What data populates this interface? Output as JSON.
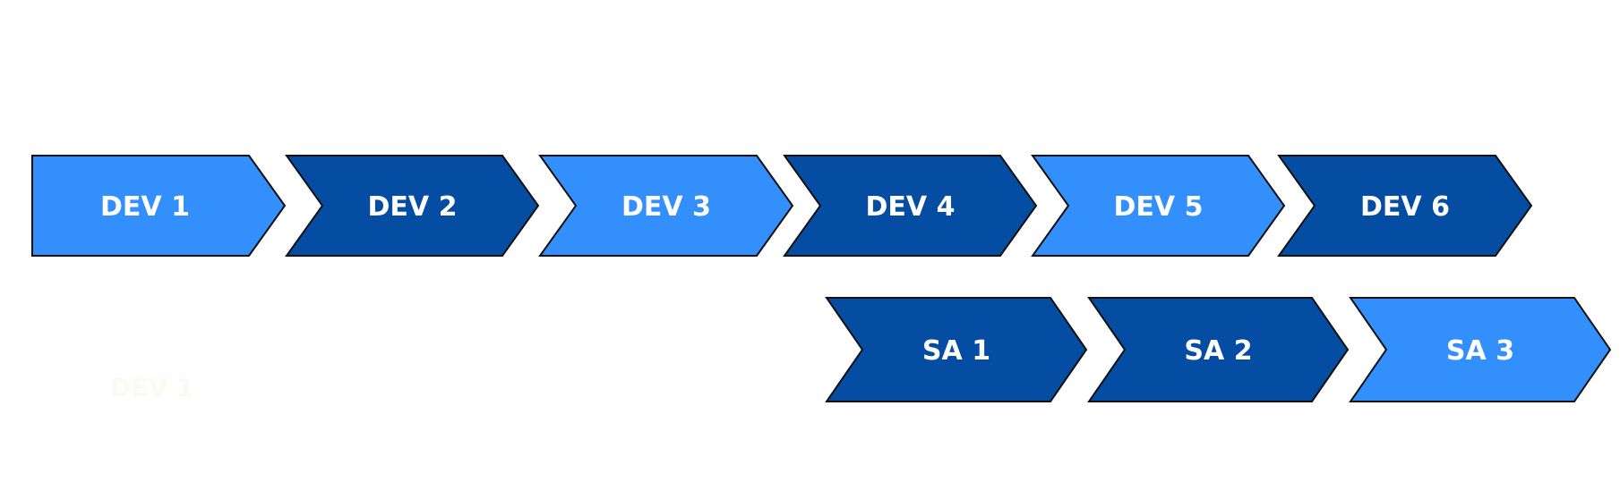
{
  "colors": {
    "light": "#338ffb",
    "dark": "#044da3",
    "outline": "#111111",
    "ghost": "#fdf8f0"
  },
  "stages": [
    {
      "label": "DEV 1",
      "color": "light",
      "shape": "flat-start"
    },
    {
      "label": "DEV 2",
      "color": "dark",
      "shape": "notched"
    },
    {
      "label": "DEV 3",
      "color": "light",
      "shape": "notched"
    },
    {
      "label": "DEV 4",
      "color": "dark",
      "shape": "notched"
    },
    {
      "label": "DEV 5",
      "color": "light",
      "shape": "notched"
    },
    {
      "label": "DEV 6",
      "color": "dark",
      "shape": "notched"
    },
    {
      "label": "SA 1",
      "color": "dark",
      "shape": "notched"
    },
    {
      "label": "SA 2",
      "color": "dark",
      "shape": "notched"
    },
    {
      "label": "SA 3",
      "color": "light",
      "shape": "notched"
    }
  ],
  "faint_label": "DEV 1"
}
